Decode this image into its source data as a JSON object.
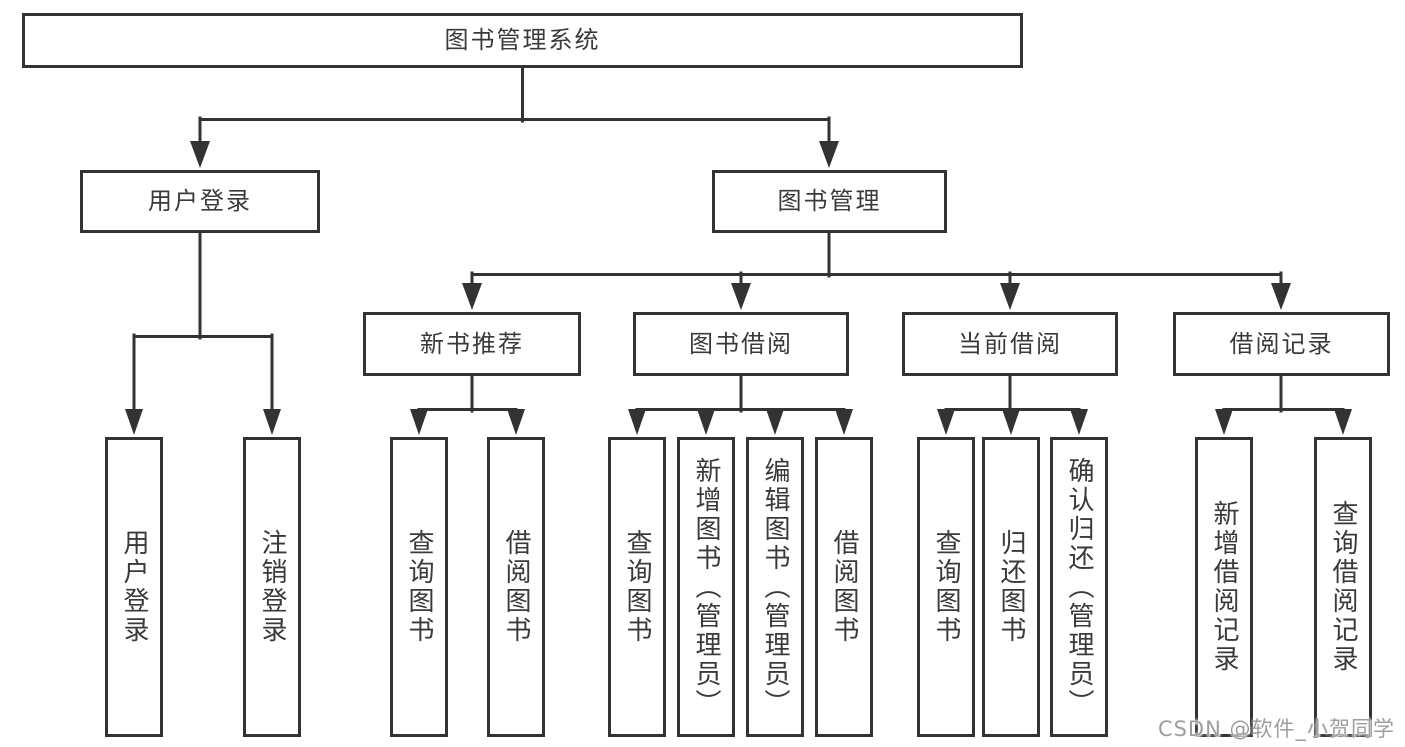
{
  "diagram": {
    "tree": {
      "root": "图书管理系统",
      "children": [
        {
          "label": "用户登录",
          "children": [
            "用户登录",
            "注销登录"
          ]
        },
        {
          "label": "图书管理",
          "children": [
            {
              "label": "新书推荐",
              "children": [
                "查询图书",
                "借阅图书"
              ]
            },
            {
              "label": "图书借阅",
              "children": [
                "查询图书",
                "新增图书（管理员）",
                "编辑图书（管理员）",
                "借阅图书"
              ]
            },
            {
              "label": "当前借阅",
              "children": [
                "查询图书",
                "归还图书",
                "确认归还（管理员）"
              ]
            },
            {
              "label": "借阅记录",
              "children": [
                "新增借阅记录",
                "查询借阅记录"
              ]
            }
          ]
        }
      ]
    },
    "watermark": "CSDN @软件_小贺同学",
    "colors": {
      "line": "#333333",
      "text": "#3a3a3a",
      "background": "#ffffff",
      "watermark": "#9e9ea2"
    }
  }
}
